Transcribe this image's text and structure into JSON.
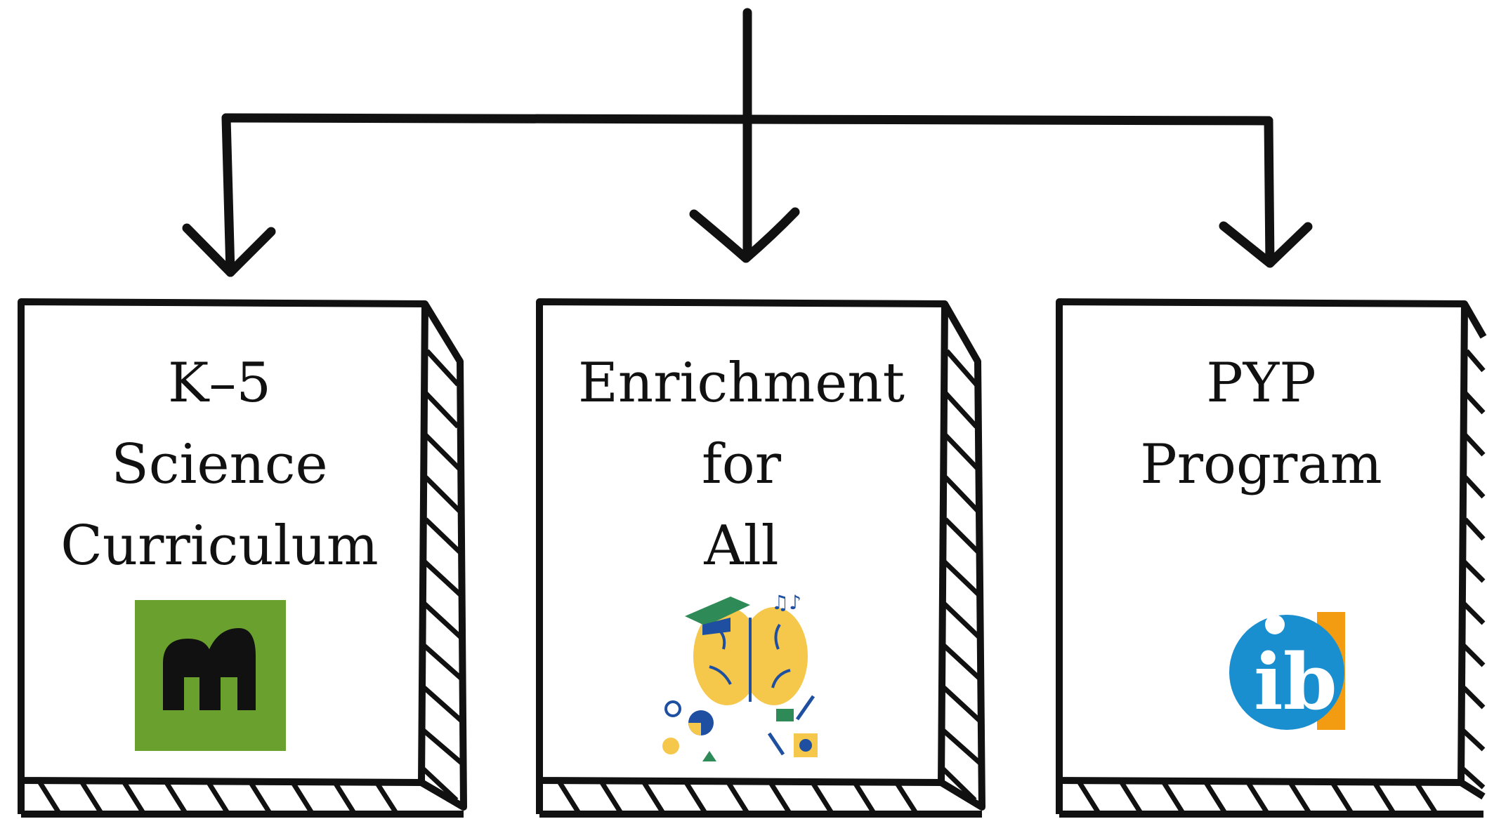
{
  "boxes": [
    {
      "lines": [
        "K–5",
        "Science",
        "Curriculum"
      ],
      "icon": "green-m-logo-icon"
    },
    {
      "lines": [
        "Enrichment",
        "for",
        "All"
      ],
      "icon": "brain-graduation-cap-icon"
    },
    {
      "lines": [
        "PYP",
        "Program"
      ],
      "icon": "ib-logo-icon"
    }
  ],
  "colors": {
    "stroke": "#111111",
    "logo_green": "#6aa12e",
    "brain_yellow": "#f5c74a",
    "ib_blue": "#1a8fd0",
    "ib_orange": "#f39c12",
    "cap_green": "#2e8b57"
  }
}
